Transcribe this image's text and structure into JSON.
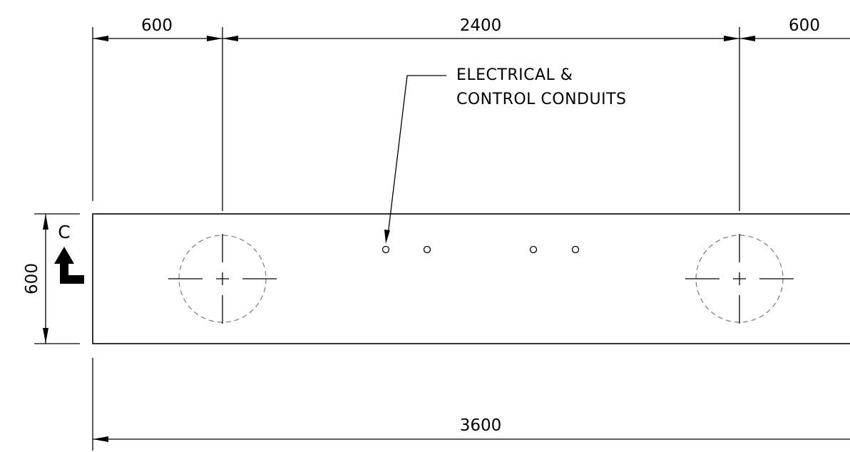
{
  "dimensions": {
    "left_600": "600",
    "middle_2400": "2400",
    "right_600": "600",
    "overall_3600": "3600",
    "height_600": "600"
  },
  "note": {
    "line1": "ELECTRICAL &",
    "line2": "CONTROL CONDUITS"
  },
  "section_marker": {
    "letter": "C"
  }
}
